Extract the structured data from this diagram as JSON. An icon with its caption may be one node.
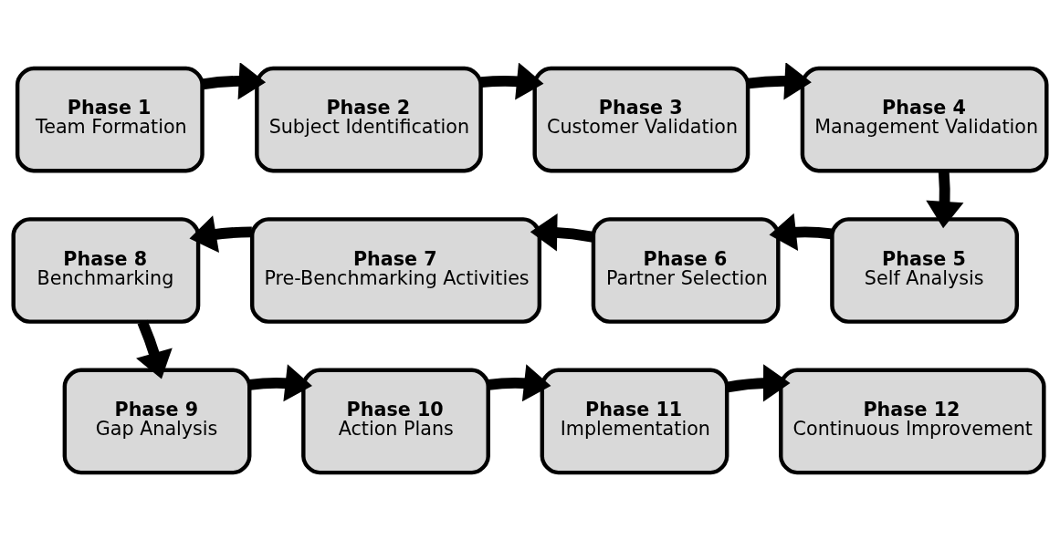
{
  "diagram": {
    "nodes": [
      {
        "text": [
          "Phase 1",
          "Team Formation"
        ]
      },
      {
        "text": [
          "Phase 2",
          "Subject Identification"
        ]
      },
      {
        "text": [
          "Phase 3",
          "Customer Validation"
        ]
      },
      {
        "text": [
          "Phase 4",
          "Management Validation"
        ]
      },
      {
        "text": [
          "Phase 5",
          "Self Analysis"
        ]
      },
      {
        "text": [
          "Phase 6",
          "Partner Selection"
        ]
      },
      {
        "text": [
          "Phase 7",
          "Pre-Benchmarking Activities"
        ]
      },
      {
        "text": [
          "Phase 8",
          "Benchmarking"
        ]
      },
      {
        "text": [
          "Phase 9",
          "Gap Analysis"
        ]
      },
      {
        "text": [
          "Phase 10",
          "Action Plans"
        ]
      },
      {
        "text": [
          "Phase 11",
          "Implementation"
        ]
      },
      {
        "text": [
          "Phase 12",
          "Continuous Improvement"
        ]
      }
    ],
    "edges": [
      {
        "from": 0,
        "to": 1,
        "arrow": "to"
      },
      {
        "from": 1,
        "to": 2,
        "arrow": "to"
      },
      {
        "from": 2,
        "to": 3,
        "arrow": "to"
      },
      {
        "from": 3,
        "to": 4,
        "arrow": "to"
      },
      {
        "from": 4,
        "to": 5,
        "arrow": "to"
      },
      {
        "from": 5,
        "to": 6,
        "arrow": "to"
      },
      {
        "from": 6,
        "to": 7,
        "arrow": "to"
      },
      {
        "from": 7,
        "to": 8,
        "arrow": "to"
      },
      {
        "from": 8,
        "to": 9,
        "arrow": "to"
      },
      {
        "from": 9,
        "to": 10,
        "arrow": "to"
      },
      {
        "from": 10,
        "to": 11,
        "arrow": "to"
      }
    ]
  }
}
